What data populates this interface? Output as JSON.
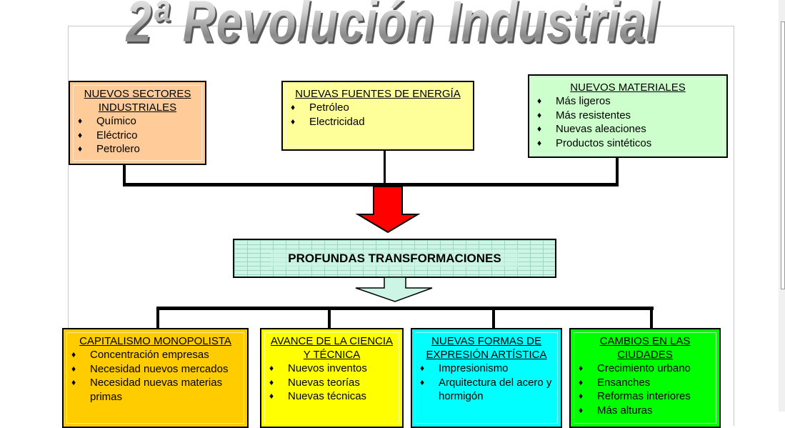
{
  "title": "2ª Revolución Industrial",
  "top_boxes": [
    {
      "heading": "NUEVOS SECTORES INDUSTRIALES",
      "items": [
        "Químico",
        "Eléctrico",
        "Petrolero"
      ],
      "color": "#ffcc99"
    },
    {
      "heading": "NUEVAS FUENTES DE ENERGÍA",
      "items": [
        "Petróleo",
        "Electricidad"
      ],
      "color": "#ffff99"
    },
    {
      "heading": "NUEVOS MATERIALES",
      "items": [
        "Más ligeros",
        "Más resistentes",
        "Nuevas aleaciones",
        "Productos sintéticos"
      ],
      "color": "#ccffcc"
    }
  ],
  "center": {
    "label": "PROFUNDAS TRANSFORMACIONES",
    "arrow_color": "#ff0000"
  },
  "bottom_boxes": [
    {
      "heading": "CAPITALISMO MONOPOLISTA",
      "items": [
        "Concentración empresas",
        "Necesidad nuevos mercados",
        "Necesidad nuevas materias primas"
      ],
      "color": "#ffcc00"
    },
    {
      "heading": "AVANCE DE LA CIENCIA Y TÉCNICA",
      "items": [
        "Nuevos inventos",
        "Nuevas teorías",
        "Nuevas técnicas"
      ],
      "color": "#ffff00"
    },
    {
      "heading": "NUEVAS FORMAS DE EXPRESIÓN ARTÍSTICA",
      "items": [
        "Impresionismo",
        "Arquitectura del acero y hormigón"
      ],
      "color": "#00ffff"
    },
    {
      "heading": "CAMBIOS EN LAS CIUDADES",
      "items": [
        "Crecimiento urbano",
        "Ensanches",
        "Reformas interiores",
        "Más alturas"
      ],
      "color": "#00ff00"
    }
  ],
  "bullet": "♦"
}
